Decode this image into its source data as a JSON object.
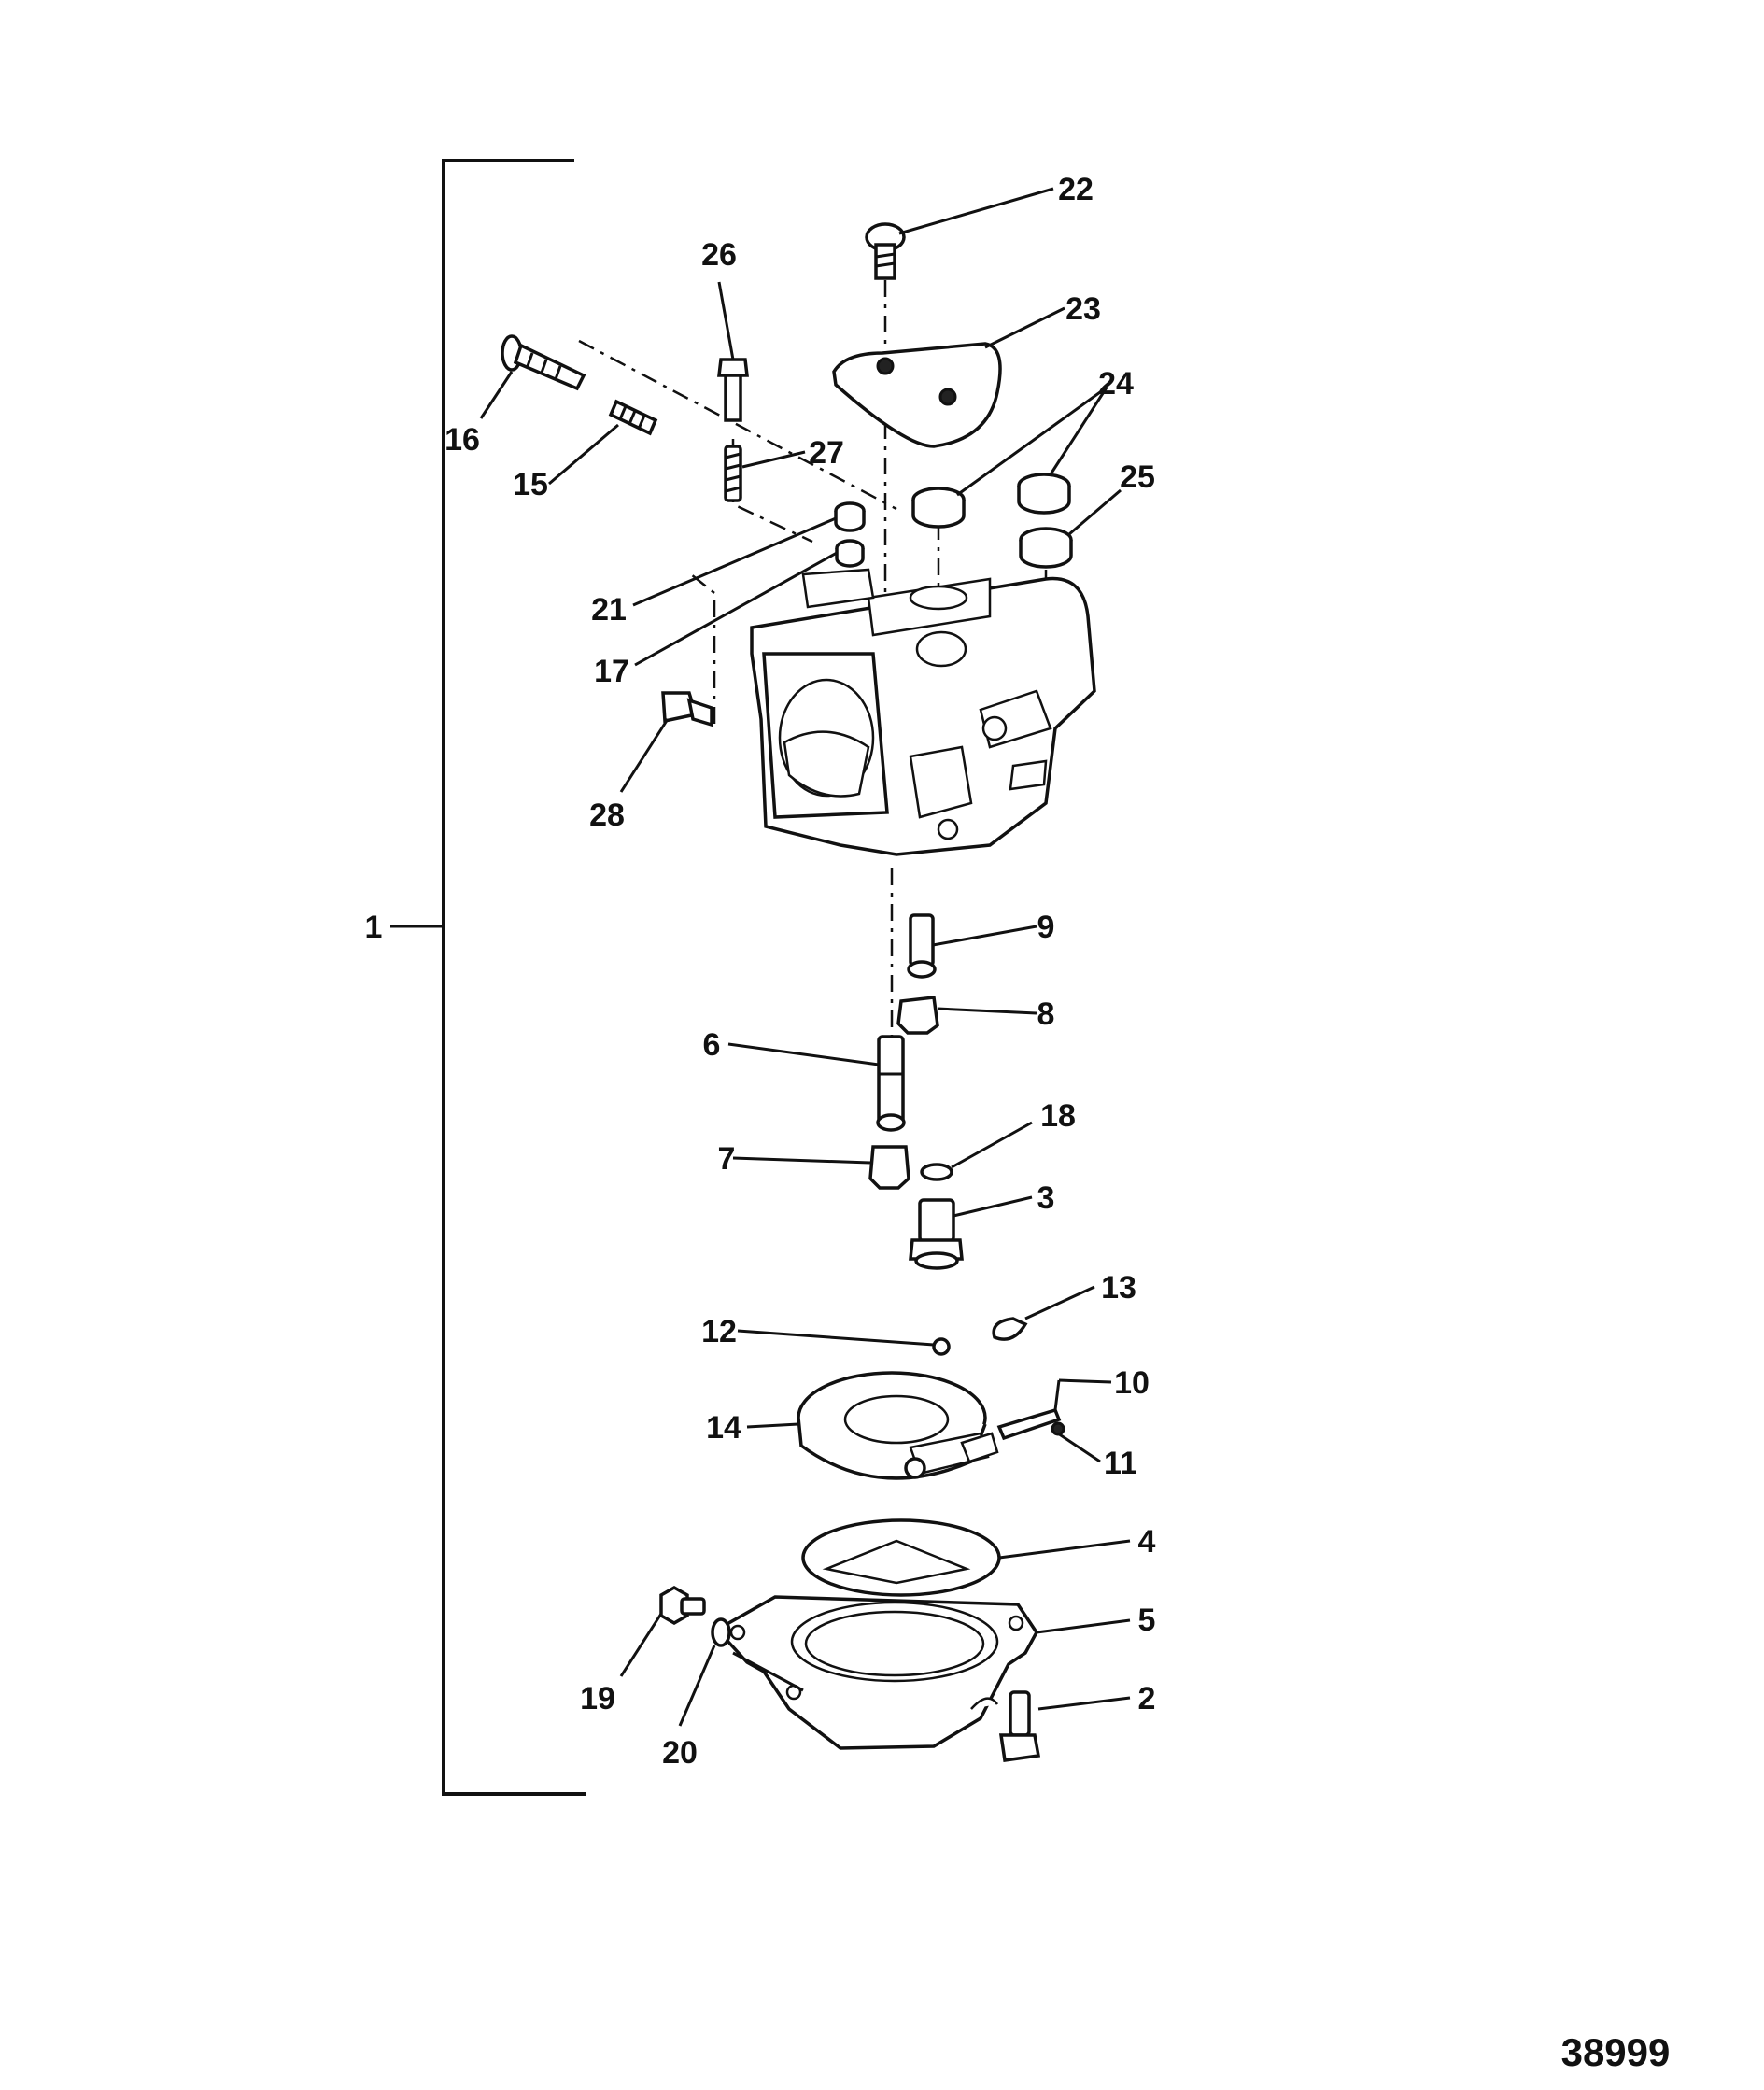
{
  "figure_id": "38999",
  "callouts": [
    "1",
    "2",
    "3",
    "4",
    "5",
    "6",
    "7",
    "8",
    "9",
    "10",
    "11",
    "12",
    "13",
    "14",
    "15",
    "16",
    "17",
    "18",
    "19",
    "20",
    "21",
    "22",
    "23",
    "24",
    "25",
    "26",
    "27",
    "28"
  ]
}
